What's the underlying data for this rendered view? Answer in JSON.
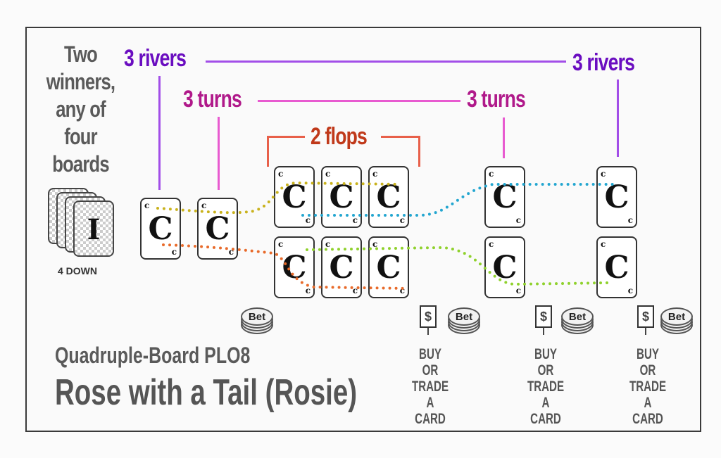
{
  "intro": {
    "lines": [
      "Two",
      "winners,",
      "any of",
      "four",
      "boards"
    ]
  },
  "labels": {
    "rivers_left": "3 rivers",
    "rivers_right": "3 rivers",
    "turns_left": "3 turns",
    "turns_right": "3 turns",
    "flops": "2 flops"
  },
  "colors": {
    "rivers": "#a24ee8",
    "turns": "#e85ad0",
    "flops": "#e8604a",
    "board_yellow": "#c9b21c",
    "board_orange": "#e86a2a",
    "board_blue": "#23a6d0",
    "board_green": "#8fd12c"
  },
  "down_cards": {
    "count": 4,
    "glyph": "I",
    "label": "4 DOWN"
  },
  "card_glyph": "C",
  "card_corner": "c",
  "chips": {
    "label": "Bet"
  },
  "buy_card": {
    "glyph": "$",
    "lines": [
      "BUY OR",
      "TRADE",
      "A CARD"
    ]
  },
  "title": {
    "subtitle": "Quadruple-Board PLO8",
    "main": "Rose with a Tail (Rosie)"
  }
}
